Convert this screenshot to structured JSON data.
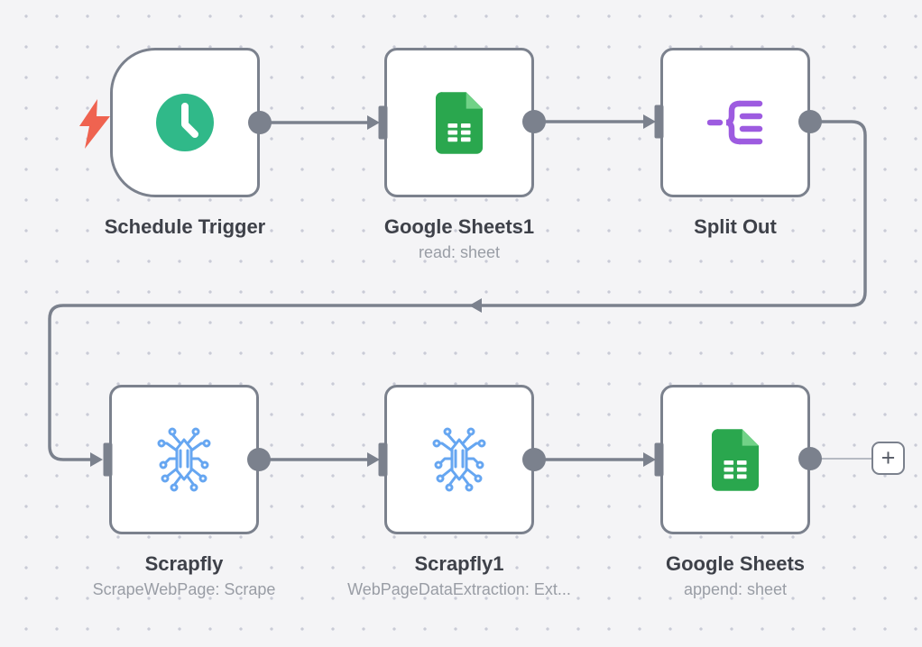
{
  "canvas": {
    "app": "workflow-editor",
    "add_node_label": "+",
    "background": "#f4f4f6",
    "dot_color": "#c9cbd6"
  },
  "colors": {
    "node_border": "#7b818d",
    "connector": "#7b818d",
    "title_text": "#3e4149",
    "subtitle_text": "#999da5",
    "trigger_bolt": "#ef6350",
    "clock_green": "#30b989",
    "sheets_green": "#2aa74e",
    "sheets_fold": "#71d287",
    "scrapfly_blue": "#66a6f1",
    "splitout_purple": "#9d5be0"
  },
  "nodes": [
    {
      "id": "schedule-trigger",
      "title": "Schedule Trigger",
      "subtitle": "",
      "icon": "clock-icon",
      "type": "trigger"
    },
    {
      "id": "google-sheets1",
      "title": "Google Sheets1",
      "subtitle": "read: sheet",
      "icon": "google-sheets-icon",
      "type": "action"
    },
    {
      "id": "split-out",
      "title": "Split Out",
      "subtitle": "",
      "icon": "split-out-icon",
      "type": "action"
    },
    {
      "id": "scrapfly",
      "title": "Scrapfly",
      "subtitle": "ScrapeWebPage: Scrape",
      "icon": "spider-chip-icon",
      "type": "action"
    },
    {
      "id": "scrapfly1",
      "title": "Scrapfly1",
      "subtitle": "WebPageDataExtraction: Ext...",
      "icon": "spider-chip-icon",
      "type": "action"
    },
    {
      "id": "google-sheets",
      "title": "Google Sheets",
      "subtitle": "append: sheet",
      "icon": "google-sheets-icon",
      "type": "action"
    }
  ],
  "connections": [
    {
      "from": "Schedule Trigger",
      "to": "Google Sheets1"
    },
    {
      "from": "Google Sheets1",
      "to": "Split Out"
    },
    {
      "from": "Split Out",
      "to": "Scrapfly"
    },
    {
      "from": "Scrapfly",
      "to": "Scrapfly1"
    },
    {
      "from": "Scrapfly1",
      "to": "Google Sheets"
    }
  ]
}
